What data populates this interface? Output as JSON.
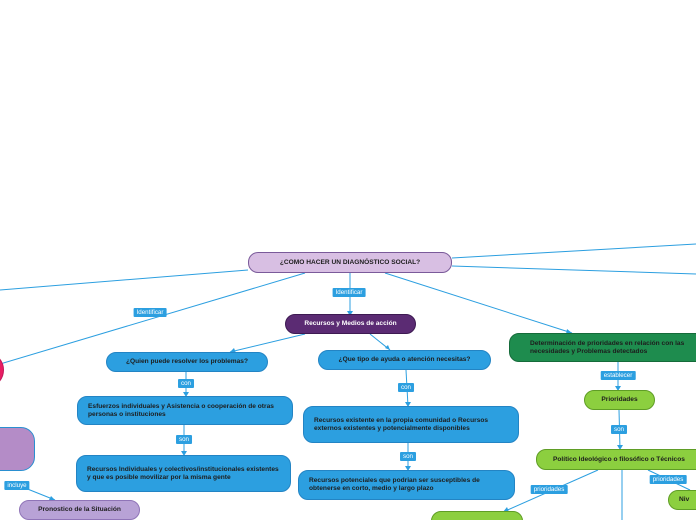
{
  "map": {
    "root": "¿COMO HACER UN DIAGNÓSTICO SOCIAL?",
    "recursos": "Recursos y Medios de acción",
    "quien": "¿Quien puede resolver los problemas?",
    "esfuerzos": "Esfuerzos individuales y Asistencia o cooperación de otras personas o instituciones",
    "recursos_ind": "Recursos Individuales y colectivos/institucionales existentes y que es posible movilizar por la misma gente",
    "que_tipo": "¿Que tipo de ayuda o atención necesitas?",
    "recursos_exist": "Recursos existente en la propia comunidad o Recursos externos existentes y potencialmente disponibles",
    "recursos_pot": "Recursos  potenciales que podrian ser susceptibles de obtenerse en corto, medio y largo plazo",
    "determinacion": "Determinación de prioridades en relación con las necesidades y Problemas detectados",
    "prioridades": "Prioridades",
    "politico": "Político Ideológico o filosófico o Técnicos",
    "pronostico": "Pronostico de la Situación",
    "niv": "Niv"
  },
  "links": {
    "identificar_1": "Identificar",
    "identificar_2": "Identificar",
    "con_1": "con",
    "con_2": "con",
    "son_1": "son",
    "son_2": "son",
    "son_3": "son",
    "establecer": "establecer",
    "prioridades_1": "prioridades",
    "prioridades_2": "prioridades",
    "incluye": "incluye"
  },
  "colors": {
    "blue": "#2c9fe0",
    "purple": "#5b2b73",
    "green": "#1e8c4e",
    "lime": "#8ccf3f",
    "lavender": "#b8a2d6",
    "pink": "#e91e63",
    "root": "#d8bfe3"
  }
}
